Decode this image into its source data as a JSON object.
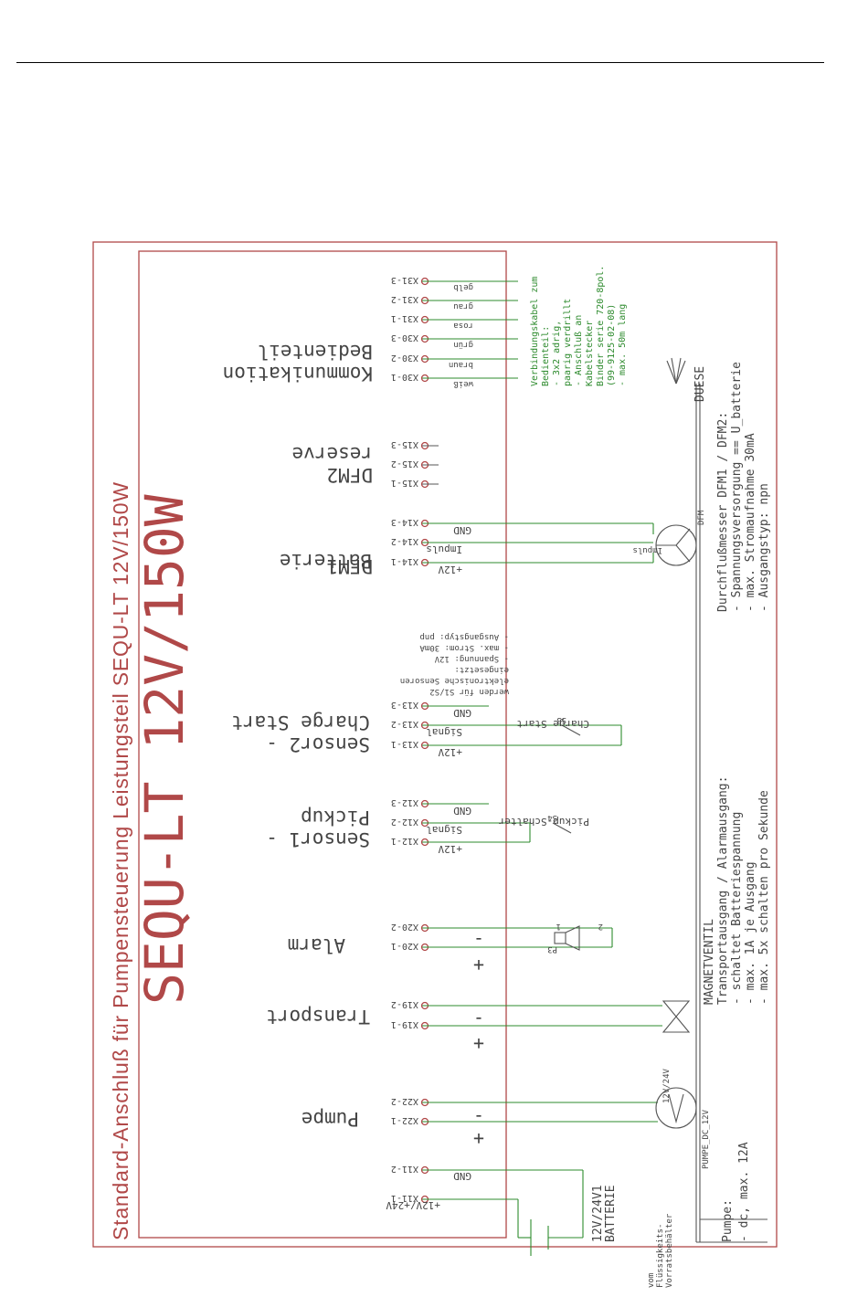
{
  "title": "Standard-Anschluß für Pumpensteuerung Leistungsteil SEQU-LT 12V/150W",
  "big_title": "SEQU-LT 12V/150W",
  "colors": {
    "frame": "#b04848",
    "wire": "#2e8b2e",
    "line": "#555555",
    "text": "#444444"
  },
  "groups": {
    "batterie": "Batterie",
    "pumpe": "Pumpe",
    "transport": "Transport",
    "alarm": "Alarm",
    "sensor1_a": "Sensor1 -",
    "sensor1_b": "Pickup",
    "sensor2_a": "Sensor2 -",
    "sensor2_b": "Charge Start",
    "dfm1": "DFM1",
    "dfm2": "DFM2",
    "reserve": "reserve",
    "komm_a": "Kommunikation",
    "komm_b": "Bedienteil"
  },
  "pins": {
    "x11_1": "X11-1",
    "x11_2": "X11-2",
    "x22_1": "X22-1",
    "x22_2": "X22-2",
    "x19_1": "X19-1",
    "x19_2": "X19-2",
    "x20_1": "X20-1",
    "x20_2": "X20-2",
    "x12_1": "X12-1",
    "x12_2": "X12-2",
    "x12_3": "X12-3",
    "x13_1": "X13-1",
    "x13_2": "X13-2",
    "x13_3": "X13-3",
    "x14_1": "X14-1",
    "x14_2": "X14-2",
    "x14_3": "X14-3",
    "x15_1": "X15-1",
    "x15_2": "X15-2",
    "x15_3": "X15-3",
    "x30_1": "X30-1",
    "x30_2": "X30-2",
    "x30_3": "X30-3",
    "x31_1": "X31-1",
    "x31_2": "X31-2",
    "x31_3": "X31-3"
  },
  "wires": {
    "batt_plus": "+12V/+24V",
    "gnd": "GND",
    "signal": "Signal",
    "plus12": "+12V",
    "impuls": "Impuls",
    "plus": "+",
    "minus": "-"
  },
  "cable_colors": [
    "weiß",
    "braun",
    "grün",
    "rosa",
    "grau",
    "gelb"
  ],
  "switches": {
    "s3": "S3",
    "charge_start": "Charge Start",
    "s4": "S4",
    "pickup_schalter": "Pickup-Schalter",
    "p3": "P3",
    "p3_1": "1",
    "p3_2": "2"
  },
  "sensor_note": [
    "werden für S1/S2",
    "elektronische Sensoren",
    "eingesetzt:",
    "- Spannung: 12V",
    "- max. Strom: 30mA",
    "- Ausgangstyp: pnp"
  ],
  "cable_note": [
    "Verbindungskabel zum",
    "Bedienteil:",
    "- 3x2 adrig,",
    "  paarig verdrillt",
    "- Anschluß an",
    "Kabelstecker",
    "Binder serie 720-8pol.",
    "(99-9125-02-08)",
    "- max. 50m lang"
  ],
  "components": {
    "batterie_a": "12V/24V1",
    "batterie_b": "BATTERIE",
    "vorrat_a": "vom",
    "vorrat_b": "Flüssigkeits-",
    "vorrat_c": "Vorratsbehälter",
    "pumpe_dc": "PUMPE_DC_12V",
    "pump_rating": "12V/24V",
    "magnetventil": "MAGNETVENTIL",
    "dfm": "DFM",
    "duese": "DUESE",
    "impuls_small": "Impuls"
  },
  "notes": {
    "pumpe": [
      "Pumpe:",
      "- dc, max. 12A"
    ],
    "transport": [
      "Transportausgang / Alarmausgang:",
      "- schaltet Batteriespannung",
      "- max. 1A je Ausgang",
      "- max. 5x schalten pro Sekunde"
    ],
    "dfm": [
      "Durchflußmesser DFM1 / DFM2:",
      "- Spannungsversorgung == U_batterie",
      "- max. Stromaufnahme 30mA",
      "- Ausgangstyp: npn"
    ]
  }
}
